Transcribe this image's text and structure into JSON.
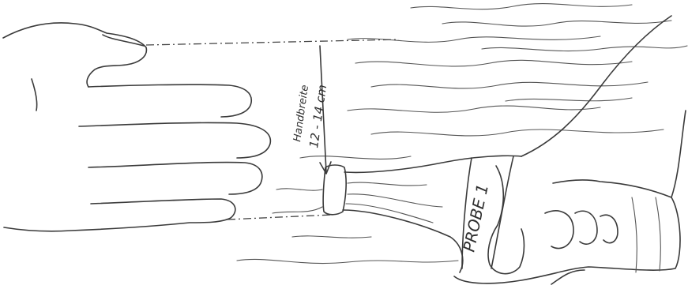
{
  "measurement": {
    "label_line1": "Handbreite",
    "label_line2": "12 - 14 cm"
  },
  "bottle": {
    "label": "PROBE 1"
  },
  "colors": {
    "ink": "#3a3a3a",
    "background": "#ffffff"
  }
}
